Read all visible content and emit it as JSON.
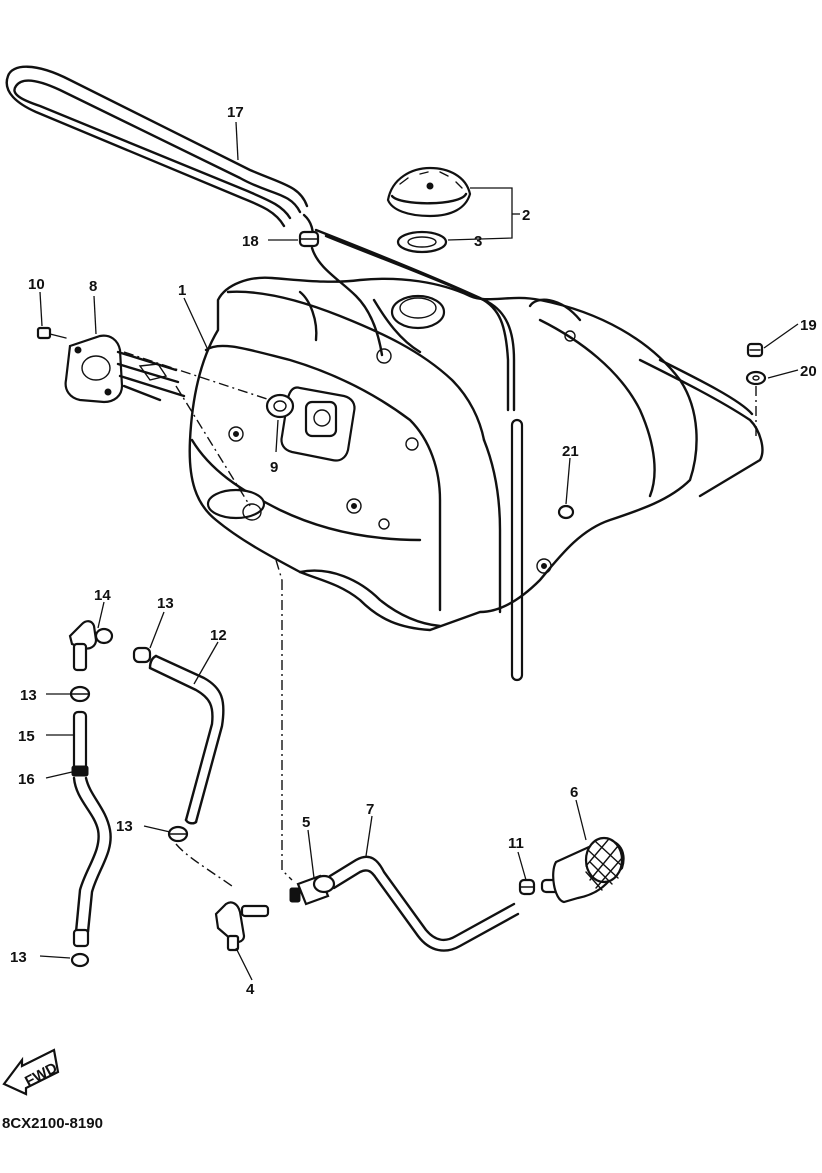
{
  "labels": {
    "p1": "1",
    "p2": "2",
    "p3": "3",
    "p4": "4",
    "p5": "5",
    "p6": "6",
    "p7": "7",
    "p8": "8",
    "p9": "9",
    "p10": "10",
    "p11": "11",
    "p12": "12",
    "p13a": "13",
    "p13b": "13",
    "p13c": "13",
    "p13d": "13",
    "p14": "14",
    "p15": "15",
    "p16": "16",
    "p17": "17",
    "p18": "18",
    "p19": "19",
    "p20": "20",
    "p21": "21"
  },
  "arrow_text": "FWD",
  "drawing_code": "8CX2100-8190",
  "icons": [
    "forward-arrow-icon"
  ]
}
